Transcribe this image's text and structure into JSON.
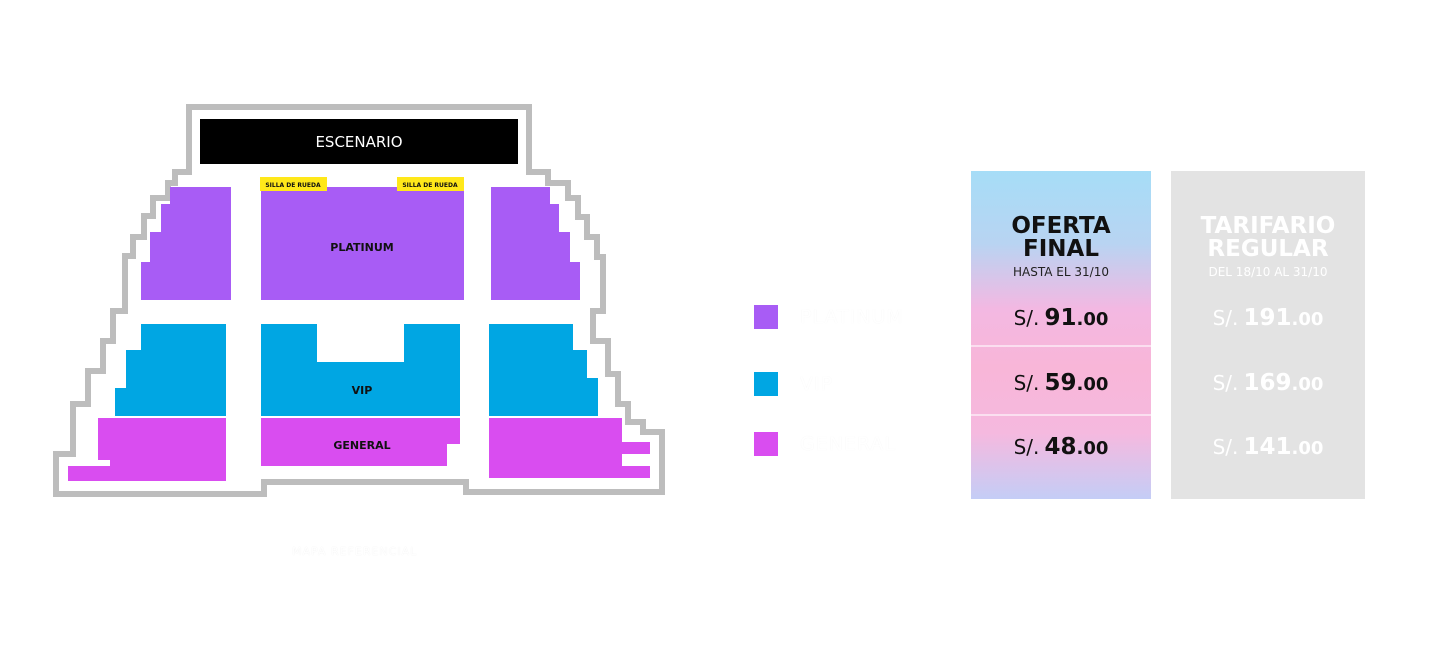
{
  "map": {
    "stage_label": "ESCENARIO",
    "wheelchair_left": "SILLA DE RUEDA",
    "wheelchair_right": "SILLA DE RUEDA",
    "zone_platinum": "PLATINUM",
    "zone_vip": "VIP",
    "zone_general": "GENERAL",
    "footer_caption": "MAPA REFERENCIAL"
  },
  "colors": {
    "platinum": "#a85cf5",
    "vip": "#00a6e3",
    "general": "#d94df0",
    "stage": "#000000",
    "wheelchair": "#ffe81a",
    "outline": "#bdbdbd"
  },
  "legend": [
    {
      "label": "PLATINUM",
      "color": "#a85cf5"
    },
    {
      "label": "VIP",
      "color": "#00a6e3"
    },
    {
      "label": "GENERAL",
      "color": "#d94df0"
    }
  ],
  "pricing": {
    "offer": {
      "title": "OFERTA\nFINAL",
      "subtitle": "HASTA EL 31/10",
      "prices": [
        {
          "currency": "S/.",
          "integer": "91",
          "decimal": ".00"
        },
        {
          "currency": "S/.",
          "integer": "59",
          "decimal": ".00"
        },
        {
          "currency": "S/.",
          "integer": "48",
          "decimal": ".00"
        }
      ]
    },
    "regular": {
      "title": "TARIFARIO\nREGULAR",
      "subtitle": "DEL 18/10 AL 31/10",
      "prices": [
        {
          "currency": "S/.",
          "integer": "191",
          "decimal": ".00"
        },
        {
          "currency": "S/.",
          "integer": "169",
          "decimal": ".00"
        },
        {
          "currency": "S/.",
          "integer": "141",
          "decimal": ".00"
        }
      ]
    }
  }
}
